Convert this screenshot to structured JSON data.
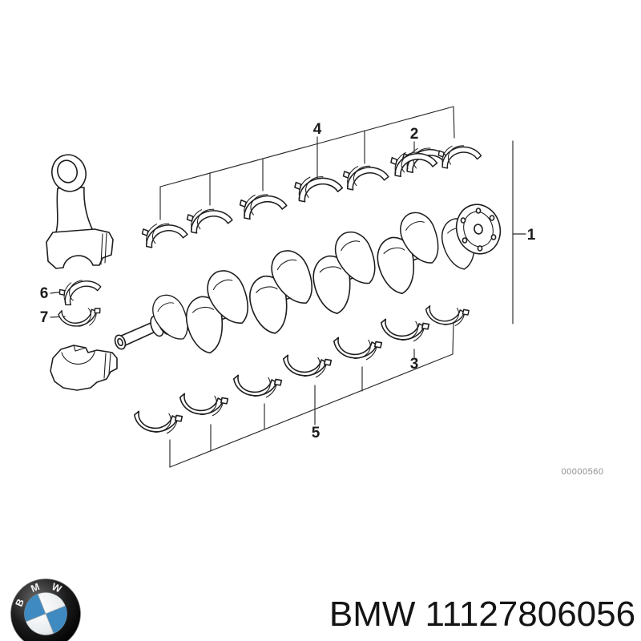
{
  "diagram": {
    "callouts": [
      {
        "label": "1"
      },
      {
        "label": "2"
      },
      {
        "label": "3"
      },
      {
        "label": "4"
      },
      {
        "label": "5"
      },
      {
        "label": "6"
      },
      {
        "label": "7"
      }
    ],
    "watermark": "00000560"
  },
  "footer": {
    "brand": "BMW",
    "part_number": "11127806056",
    "logo_letters": [
      "B",
      "M",
      "W"
    ]
  },
  "colors": {
    "line": "#1f1f1f",
    "watermark_gray": "#8d8d8d",
    "logo_blue": "#3e8ac1"
  }
}
